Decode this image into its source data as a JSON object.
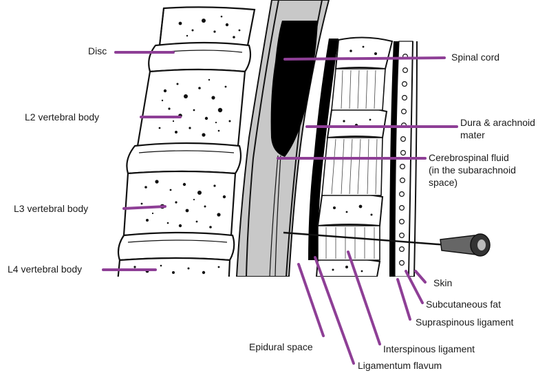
{
  "colors": {
    "leader_line": "#8e3f96",
    "outline": "#111111",
    "bone": "#ffffff",
    "csf": "#c8c8c8",
    "cord": "#000000"
  },
  "labels": {
    "disc": "Disc",
    "l2": "L2 vertebral body",
    "l3": "L3 vertebral body",
    "l4": "L4 vertebral body",
    "spinal_cord": "Spinal cord",
    "dura_1": "Dura & arachnoid",
    "dura_2": "mater",
    "csf_1": "Cerebrospinal fluid",
    "csf_2": "(in the subarachnoid",
    "csf_3": "space)",
    "skin": "Skin",
    "subcutaneous_fat": "Subcutaneous fat",
    "supraspinous": "Supraspinous ligament",
    "interspinous": "Interspinous ligament",
    "epidural": "Epidural space",
    "flavum": "Ligamentum flavum"
  }
}
